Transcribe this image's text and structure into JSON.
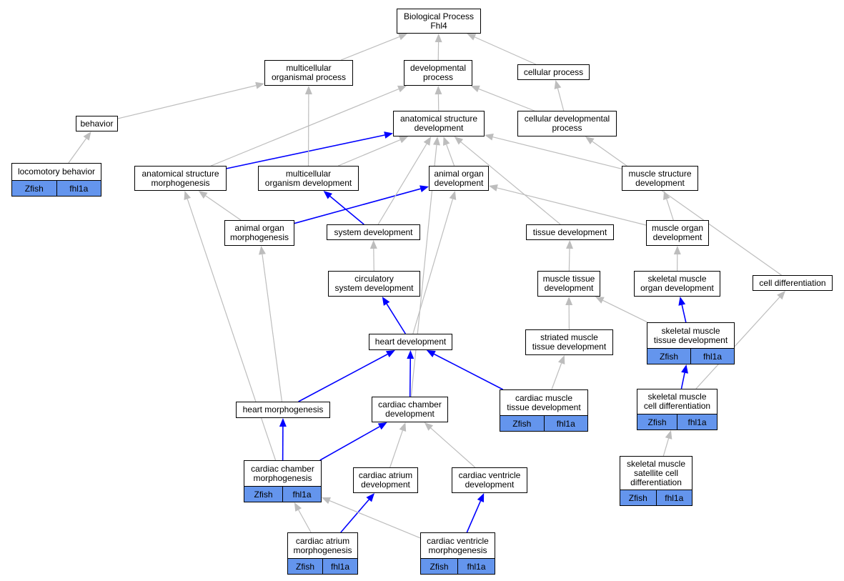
{
  "nodes": [
    {
      "id": "bp",
      "label": "Biological Process\nFhl4"
    },
    {
      "id": "mop",
      "label": "multicellular\norganismal process"
    },
    {
      "id": "dp",
      "label": "developmental\nprocess"
    },
    {
      "id": "cp",
      "label": "cellular process"
    },
    {
      "id": "beh",
      "label": "behavior"
    },
    {
      "id": "asd",
      "label": "anatomical structure\ndevelopment"
    },
    {
      "id": "cdp",
      "label": "cellular developmental\nprocess"
    },
    {
      "id": "loco",
      "label": "locomotory behavior",
      "annotation": [
        "Zfish",
        "fhl1a"
      ]
    },
    {
      "id": "asm",
      "label": "anatomical structure\nmorphogenesis"
    },
    {
      "id": "mod",
      "label": "multicellular\norganism development"
    },
    {
      "id": "aod",
      "label": "animal organ\ndevelopment"
    },
    {
      "id": "msd",
      "label": "muscle structure\ndevelopment"
    },
    {
      "id": "aom",
      "label": "animal organ\nmorphogenesis"
    },
    {
      "id": "sd",
      "label": "system development"
    },
    {
      "id": "td",
      "label": "tissue development"
    },
    {
      "id": "mod2",
      "label": "muscle organ\ndevelopment"
    },
    {
      "id": "csd",
      "label": "circulatory\nsystem development"
    },
    {
      "id": "mtd",
      "label": "muscle tissue\ndevelopment"
    },
    {
      "id": "smod",
      "label": "skeletal muscle\norgan development"
    },
    {
      "id": "cd",
      "label": "cell differentiation"
    },
    {
      "id": "hd",
      "label": "heart development"
    },
    {
      "id": "smtd2",
      "label": "striated muscle\ntissue development"
    },
    {
      "id": "smtd",
      "label": "skeletal muscle\ntissue development",
      "annotation": [
        "Zfish",
        "fhl1a"
      ]
    },
    {
      "id": "hm",
      "label": "heart morphogenesis"
    },
    {
      "id": "ccd",
      "label": "cardiac chamber\ndevelopment"
    },
    {
      "id": "cmtd",
      "label": "cardiac muscle\ntissue development",
      "annotation": [
        "Zfish",
        "fhl1a"
      ]
    },
    {
      "id": "smcd",
      "label": "skeletal muscle\ncell differentiation",
      "annotation": [
        "Zfish",
        "fhl1a"
      ]
    },
    {
      "id": "ccm",
      "label": "cardiac chamber\nmorphogenesis",
      "annotation": [
        "Zfish",
        "fhl1a"
      ]
    },
    {
      "id": "cad",
      "label": "cardiac atrium\ndevelopment"
    },
    {
      "id": "cvd",
      "label": "cardiac ventricle\ndevelopment"
    },
    {
      "id": "smscd",
      "label": "skeletal muscle\nsatellite cell\ndifferentiation",
      "annotation": [
        "Zfish",
        "fhl1a"
      ]
    },
    {
      "id": "cam",
      "label": "cardiac atrium\nmorphogenesis",
      "annotation": [
        "Zfish",
        "fhl1a"
      ]
    },
    {
      "id": "cvm",
      "label": "cardiac ventricle\nmorphogenesis",
      "annotation": [
        "Zfish",
        "fhl1a"
      ]
    }
  ],
  "edges": [
    {
      "from": "mop",
      "to": "bp",
      "color": "#bdbdbd"
    },
    {
      "from": "dp",
      "to": "bp",
      "color": "#bdbdbd"
    },
    {
      "from": "cp",
      "to": "bp",
      "color": "#bdbdbd"
    },
    {
      "from": "beh",
      "to": "mop",
      "color": "#bdbdbd"
    },
    {
      "from": "asd",
      "to": "dp",
      "color": "#bdbdbd"
    },
    {
      "from": "cdp",
      "to": "dp",
      "color": "#bdbdbd"
    },
    {
      "from": "cdp",
      "to": "cp",
      "color": "#bdbdbd"
    },
    {
      "from": "loco",
      "to": "beh",
      "color": "#bdbdbd"
    },
    {
      "from": "asm",
      "to": "dp",
      "color": "#bdbdbd"
    },
    {
      "from": "asm",
      "to": "asd",
      "color": "#0000ff"
    },
    {
      "from": "mod",
      "to": "mop",
      "color": "#bdbdbd"
    },
    {
      "from": "mod",
      "to": "asd",
      "color": "#bdbdbd"
    },
    {
      "from": "aod",
      "to": "asd",
      "color": "#bdbdbd"
    },
    {
      "from": "msd",
      "to": "asd",
      "color": "#bdbdbd"
    },
    {
      "from": "aom",
      "to": "asm",
      "color": "#bdbdbd"
    },
    {
      "from": "aom",
      "to": "aod",
      "color": "#0000ff"
    },
    {
      "from": "sd",
      "to": "mod",
      "color": "#0000ff"
    },
    {
      "from": "sd",
      "to": "asd",
      "color": "#bdbdbd"
    },
    {
      "from": "td",
      "to": "asd",
      "color": "#bdbdbd"
    },
    {
      "from": "mod2",
      "to": "aod",
      "color": "#bdbdbd"
    },
    {
      "from": "mod2",
      "to": "msd",
      "color": "#bdbdbd"
    },
    {
      "from": "csd",
      "to": "sd",
      "color": "#bdbdbd"
    },
    {
      "from": "mtd",
      "to": "td",
      "color": "#bdbdbd"
    },
    {
      "from": "smod",
      "to": "mod2",
      "color": "#bdbdbd"
    },
    {
      "from": "cd",
      "to": "cdp",
      "color": "#bdbdbd"
    },
    {
      "from": "hd",
      "to": "csd",
      "color": "#0000ff"
    },
    {
      "from": "hd",
      "to": "aod",
      "color": "#bdbdbd"
    },
    {
      "from": "smtd2",
      "to": "mtd",
      "color": "#bdbdbd"
    },
    {
      "from": "smtd",
      "to": "mtd",
      "color": "#bdbdbd"
    },
    {
      "from": "smtd",
      "to": "smod",
      "color": "#0000ff"
    },
    {
      "from": "hm",
      "to": "hd",
      "color": "#0000ff"
    },
    {
      "from": "hm",
      "to": "aom",
      "color": "#bdbdbd"
    },
    {
      "from": "ccd",
      "to": "hd",
      "color": "#0000ff"
    },
    {
      "from": "ccd",
      "to": "asd",
      "color": "#bdbdbd"
    },
    {
      "from": "cmtd",
      "to": "hd",
      "color": "#0000ff"
    },
    {
      "from": "cmtd",
      "to": "smtd2",
      "color": "#bdbdbd"
    },
    {
      "from": "smcd",
      "to": "smtd",
      "color": "#0000ff"
    },
    {
      "from": "smcd",
      "to": "cd",
      "color": "#bdbdbd"
    },
    {
      "from": "ccm",
      "to": "hm",
      "color": "#0000ff"
    },
    {
      "from": "ccm",
      "to": "ccd",
      "color": "#0000ff"
    },
    {
      "from": "ccm",
      "to": "asm",
      "color": "#bdbdbd"
    },
    {
      "from": "cad",
      "to": "ccd",
      "color": "#bdbdbd"
    },
    {
      "from": "cvd",
      "to": "ccd",
      "color": "#bdbdbd"
    },
    {
      "from": "smscd",
      "to": "smcd",
      "color": "#bdbdbd"
    },
    {
      "from": "cam",
      "to": "ccm",
      "color": "#bdbdbd"
    },
    {
      "from": "cam",
      "to": "cad",
      "color": "#0000ff"
    },
    {
      "from": "cvm",
      "to": "ccm",
      "color": "#bdbdbd"
    },
    {
      "from": "cvm",
      "to": "cvd",
      "color": "#0000ff"
    }
  ]
}
